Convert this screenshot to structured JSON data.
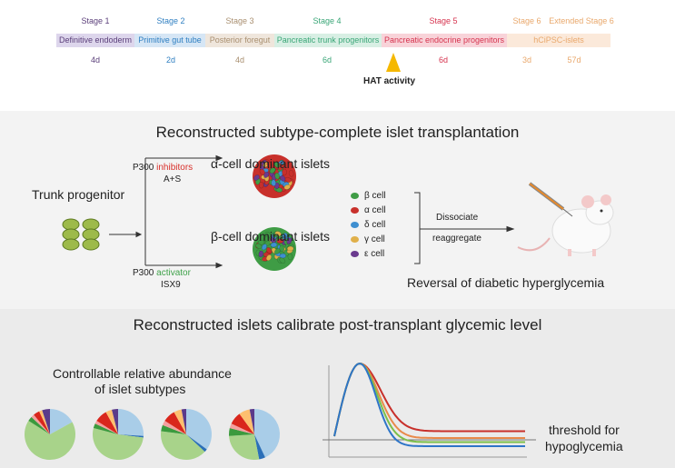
{
  "timeline": {
    "stages": [
      {
        "stage": "Stage 1",
        "name": "Definitive endoderm",
        "duration": "4d",
        "color": "#5b3f7a",
        "bg": "#ddd6ec"
      },
      {
        "stage": "Stage 2",
        "name": "Primitive gut tube",
        "duration": "2d",
        "color": "#2f7fc1",
        "bg": "#d6e6f5"
      },
      {
        "stage": "Stage 3",
        "name": "Posterior foregut",
        "duration": "4d",
        "color": "#a98f70",
        "bg": "#efe6dc"
      },
      {
        "stage": "Stage 4",
        "name": "Pancreatic trunk progenitors",
        "duration": "6d",
        "color": "#3aa677",
        "bg": "#d8efe4"
      },
      {
        "stage": "Stage 5",
        "name": "Pancreatic endocrine progenitors",
        "duration": "6d",
        "color": "#d6344f",
        "bg": "#f8d3d9"
      },
      {
        "stage": "Stage 6",
        "name": "hCiPSC-islets",
        "duration": "3d",
        "color": "#e9a86c",
        "bg": "#fbe9da"
      },
      {
        "stage": "Extended Stage 6",
        "duration": "57d",
        "color": "#e9a86c"
      }
    ],
    "hat_label": "HAT activity",
    "hat_color": "#f5b800"
  },
  "section1": {
    "title": "Reconstructed subtype-complete islet transplantation",
    "trunk": "Trunk progenitor",
    "inhib_prefix": "P300 ",
    "inhib_word": "inhibitors",
    "inhib_drug": "A+S",
    "act_prefix": "P300 ",
    "act_word": "activator",
    "act_drug": "ISX9",
    "alpha_islets": "α-cell dominant islets",
    "beta_islets": "β-cell dominant islets",
    "cells": [
      {
        "label": "β cell",
        "color": "#3f9c45"
      },
      {
        "label": "α cell",
        "color": "#c8302b"
      },
      {
        "label": "δ cell",
        "color": "#3e8fd0"
      },
      {
        "label": "γ cell",
        "color": "#e0b04a"
      },
      {
        "label": "ε cell",
        "color": "#6a3a8e"
      }
    ],
    "dissociate": "Dissociate",
    "reaggregate": "reaggregate",
    "reversal": "Reversal of diabetic hyperglycemia"
  },
  "section2": {
    "title": "Reconstructed islets calibrate post-transplant glycemic level",
    "abundance_line1": "Controllable relative abundance",
    "abundance_line2": "of islet subtypes",
    "threshold_line1": "threshold for",
    "threshold_line2": "hypoglycemia"
  },
  "pies": [
    [
      {
        "v": 0.17,
        "c": "#a9cde8"
      },
      {
        "v": 0.67,
        "c": "#a8d38a"
      },
      {
        "v": 0.03,
        "c": "#3b9a3d"
      },
      {
        "v": 0.02,
        "c": "#f4a0a0"
      },
      {
        "v": 0.04,
        "c": "#d9261c"
      },
      {
        "v": 0.02,
        "c": "#fdbf6f"
      },
      {
        "v": 0.05,
        "c": "#5b3a8a"
      }
    ],
    [
      {
        "v": 0.26,
        "c": "#a9cde8"
      },
      {
        "v": 0.01,
        "c": "#2a6fb8"
      },
      {
        "v": 0.52,
        "c": "#a8d38a"
      },
      {
        "v": 0.03,
        "c": "#3b9a3d"
      },
      {
        "v": 0.02,
        "c": "#f4a0a0"
      },
      {
        "v": 0.08,
        "c": "#d9261c"
      },
      {
        "v": 0.04,
        "c": "#fdbf6f"
      },
      {
        "v": 0.04,
        "c": "#5b3a8a"
      }
    ],
    [
      {
        "v": 0.35,
        "c": "#a9cde8"
      },
      {
        "v": 0.02,
        "c": "#2a6fb8"
      },
      {
        "v": 0.4,
        "c": "#a8d38a"
      },
      {
        "v": 0.04,
        "c": "#3b9a3d"
      },
      {
        "v": 0.03,
        "c": "#f4a0a0"
      },
      {
        "v": 0.08,
        "c": "#d9261c"
      },
      {
        "v": 0.05,
        "c": "#fdbf6f"
      },
      {
        "v": 0.03,
        "c": "#5b3a8a"
      }
    ],
    [
      {
        "v": 0.43,
        "c": "#a9cde8"
      },
      {
        "v": 0.04,
        "c": "#2a6fb8"
      },
      {
        "v": 0.27,
        "c": "#a8d38a"
      },
      {
        "v": 0.05,
        "c": "#3b9a3d"
      },
      {
        "v": 0.03,
        "c": "#f4a0a0"
      },
      {
        "v": 0.08,
        "c": "#d9261c"
      },
      {
        "v": 0.07,
        "c": "#fdbf6f"
      },
      {
        "v": 0.03,
        "c": "#5b3a8a"
      }
    ]
  ],
  "glucose_curves": [
    {
      "color": "#c8302b",
      "plateau": 0.22
    },
    {
      "color": "#e98a4a",
      "plateau": 0.12
    },
    {
      "color": "#7cbf4a",
      "plateau": 0.06
    },
    {
      "color": "#2e75c8",
      "plateau": 0.0
    }
  ]
}
